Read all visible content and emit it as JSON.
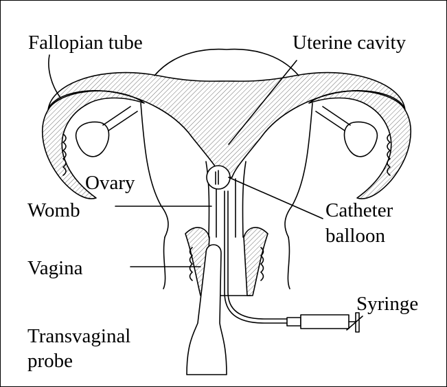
{
  "labels": {
    "fallopian_tube": "Fallopian tube",
    "uterine_cavity": "Uterine cavity",
    "ovary": "Ovary",
    "womb": "Womb",
    "catheter_balloon_line1": "Catheter",
    "catheter_balloon_line2": "balloon",
    "vagina": "Vagina",
    "syringe": "Syringe",
    "transvaginal_probe_line1": "Transvaginal",
    "transvaginal_probe_line2": "probe"
  },
  "colors": {
    "ink": "#000000",
    "background": "#ffffff",
    "hatch": "#6e6e6e"
  }
}
